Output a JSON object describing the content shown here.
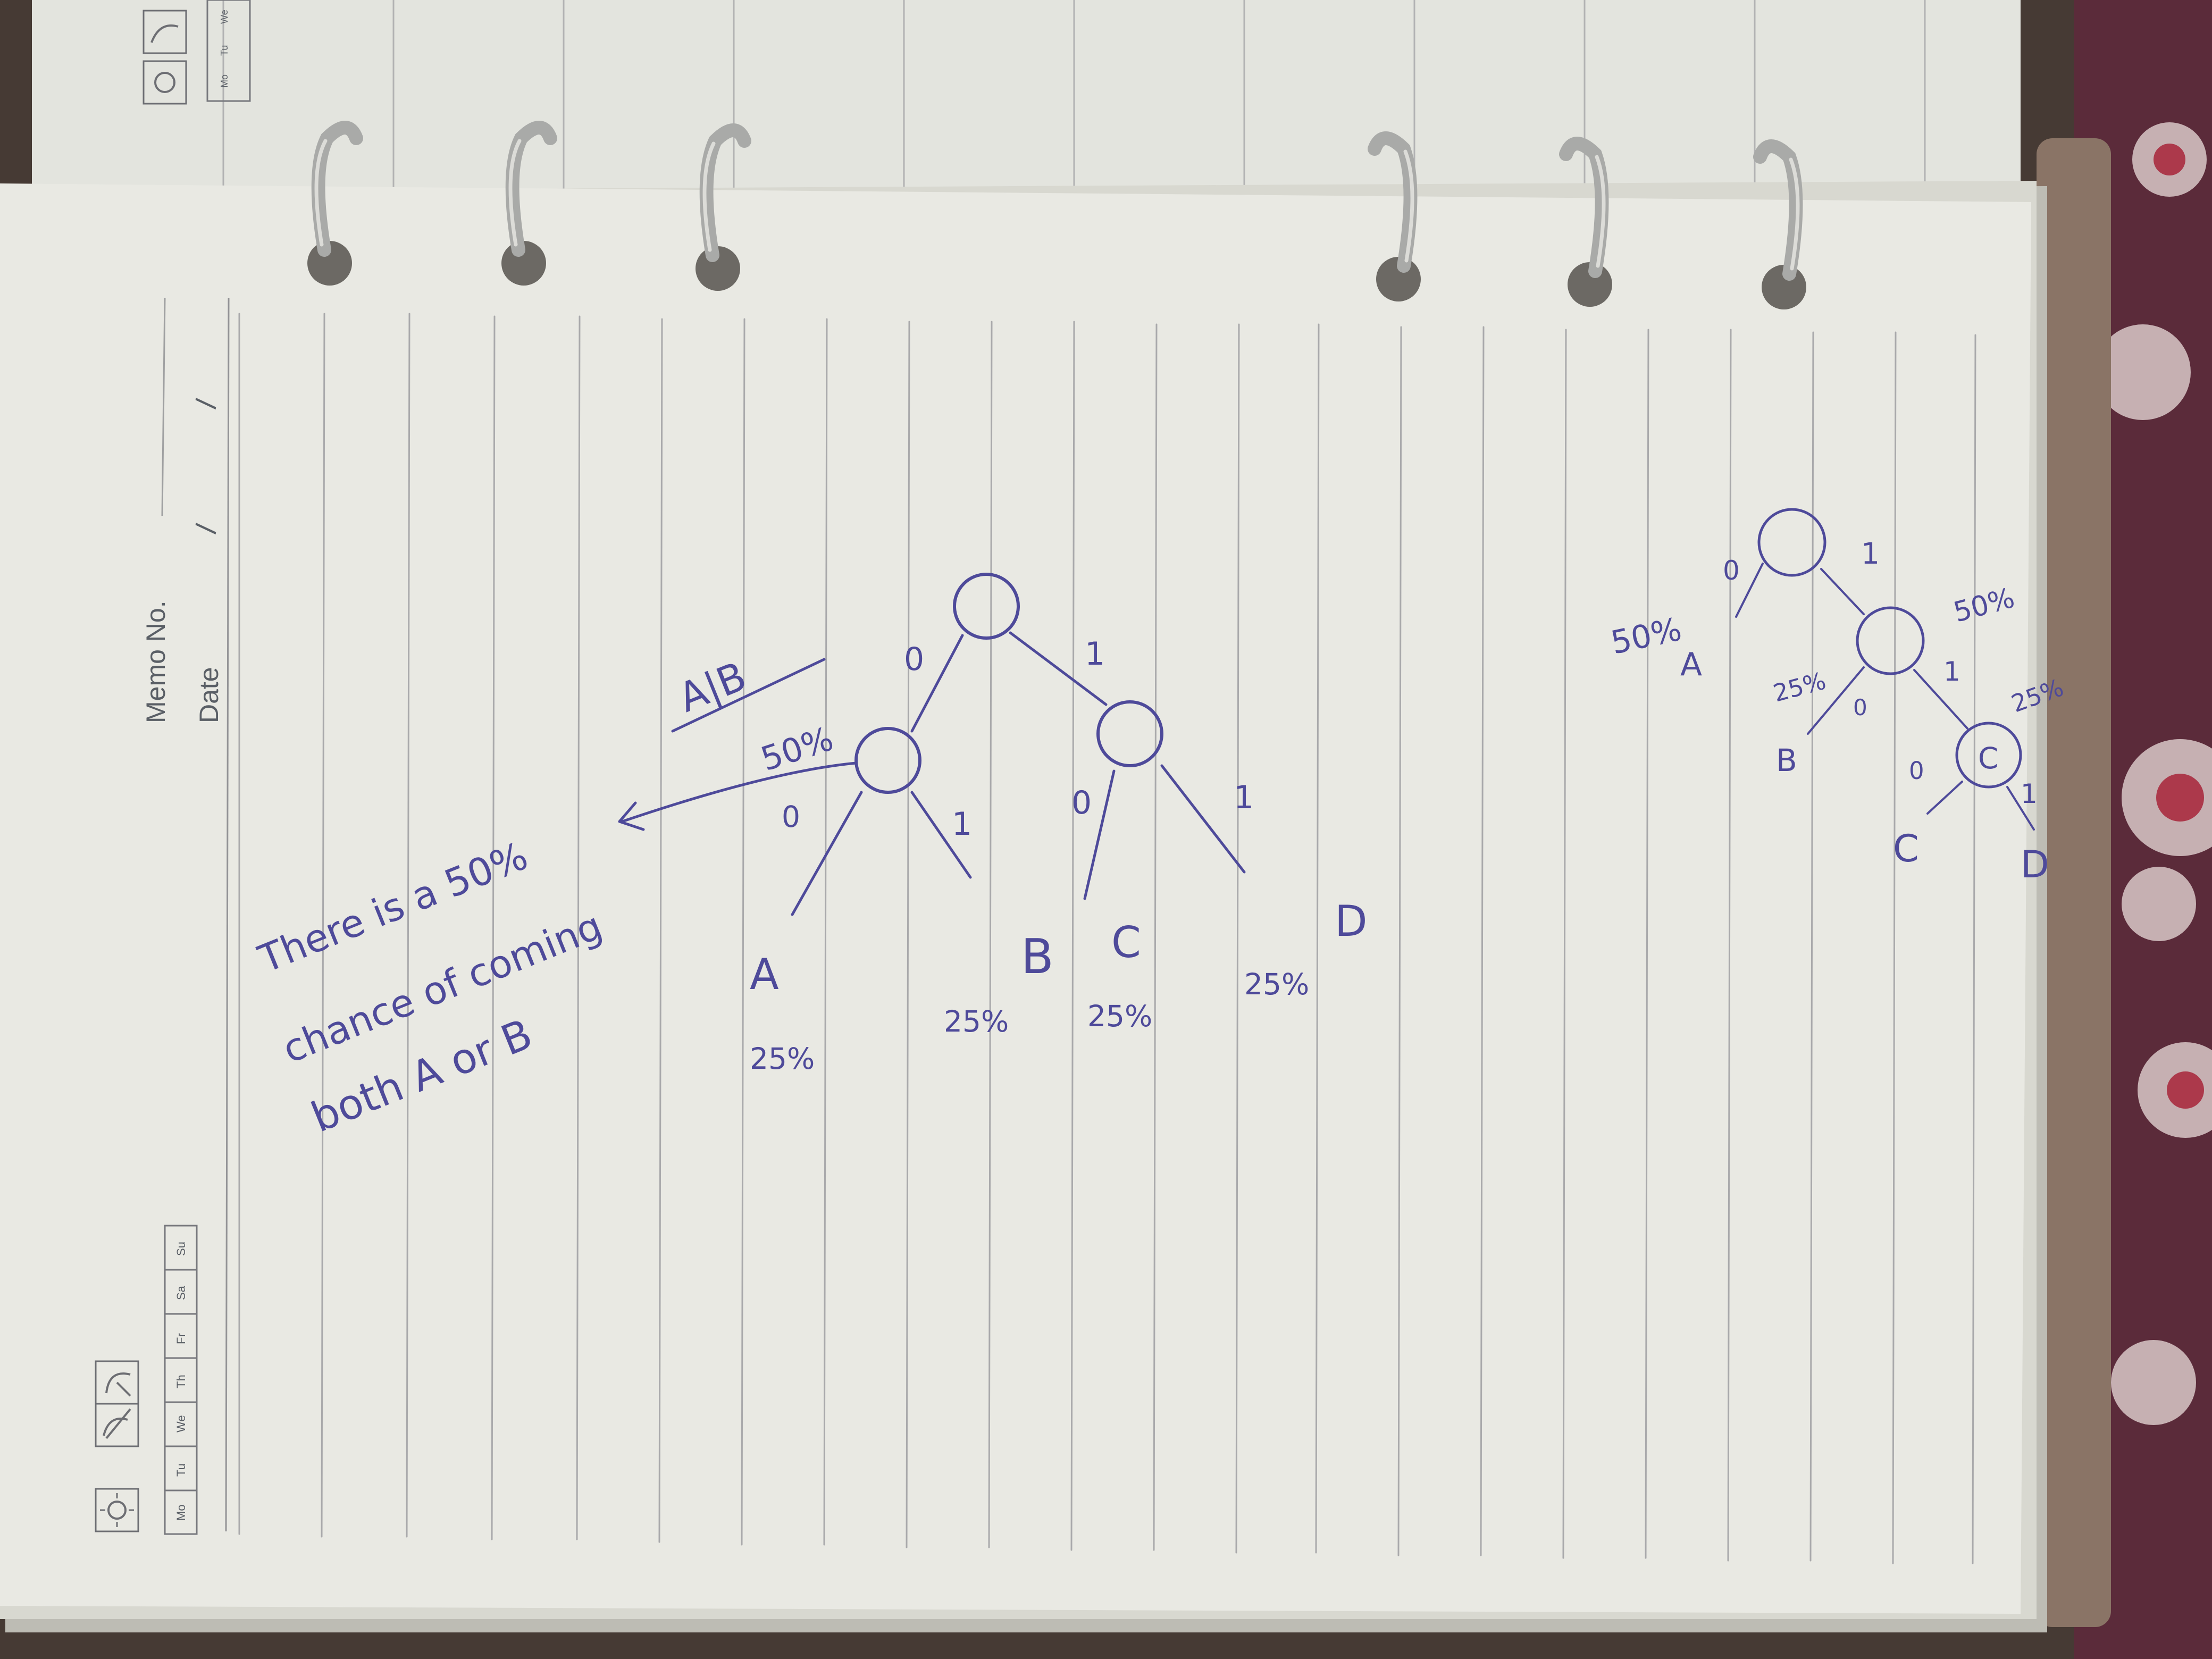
{
  "header": {
    "memo_label": "Memo No.",
    "date_label": "Date",
    "date_slashes": [
      "/",
      "/"
    ]
  },
  "weekdays": [
    "Mo",
    "Tu",
    "We",
    "Th",
    "Fr",
    "Sa",
    "Su"
  ],
  "top_page_weekdays": [
    "Mo",
    "Tu",
    "We"
  ],
  "weather_icons": [
    "sun-icon",
    "cloud-icon",
    "umbrella-icon"
  ],
  "main_tree": {
    "edge_labels": [
      "0",
      "1",
      "0",
      "1",
      "0",
      "1"
    ],
    "leaves": [
      {
        "label": "A",
        "pct": "25%"
      },
      {
        "label": "B",
        "pct": "25%"
      },
      {
        "label": "C",
        "pct": "25%"
      },
      {
        "label": "D",
        "pct": "25%"
      }
    ],
    "node_pct": "50%",
    "group_label": "A|B"
  },
  "note": {
    "line1": "There is a 50%",
    "line2": "chance of coming",
    "line3": "both A or B"
  },
  "side_tree": {
    "edge_labels": [
      "0",
      "1",
      "0",
      "1",
      "0",
      "1"
    ],
    "leaves": [
      {
        "label": "A",
        "pct": "50%"
      },
      {
        "label": "B",
        "pct": "25%"
      },
      {
        "label": "C",
        "pct": ""
      },
      {
        "label": "D",
        "pct": ""
      }
    ],
    "node_pcts": [
      "50%",
      "25%"
    ],
    "node_c_label": "C"
  }
}
